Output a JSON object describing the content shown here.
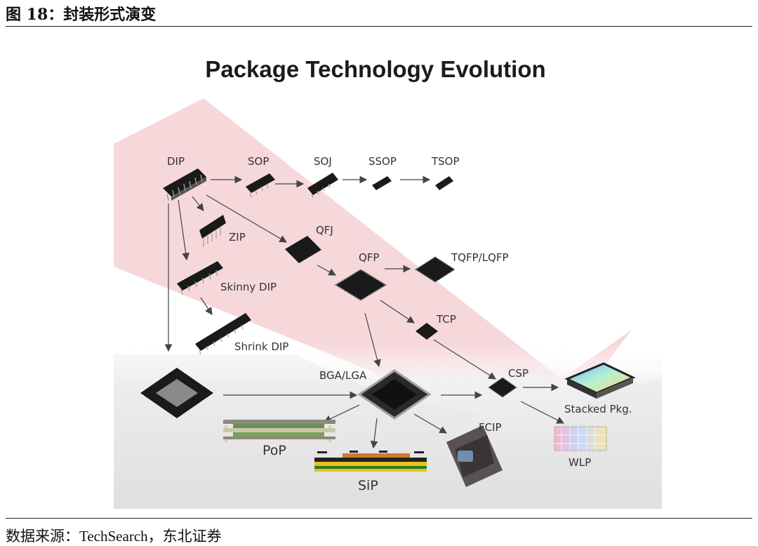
{
  "figure": {
    "caption": "图 18：封装形式演变",
    "source": "数据来源：TechSearch，东北证券"
  },
  "diagram": {
    "title": "Package Technology Evolution",
    "labels": {
      "dip": "DIP",
      "sop": "SOP",
      "soj": "SOJ",
      "ssop": "SSOP",
      "tsop": "TSOP",
      "zip": "ZIP",
      "qfj": "QFJ",
      "qfp": "QFP",
      "tqfp": "TQFP/LQFP",
      "skinny_dip": "Skinny DIP",
      "shrink_dip": "Shrink DIP",
      "tcp": "TCP",
      "bga": "BGA/LGA",
      "csp": "CSP",
      "stacked": "Stacked Pkg.",
      "fcip": "FCIP",
      "wlp": "WLP",
      "pop": "PoP",
      "sip": "SiP"
    }
  },
  "colors": {
    "arrow_band": "#f7d6d8",
    "chip": "#1a1a1a",
    "text": "#333333"
  }
}
